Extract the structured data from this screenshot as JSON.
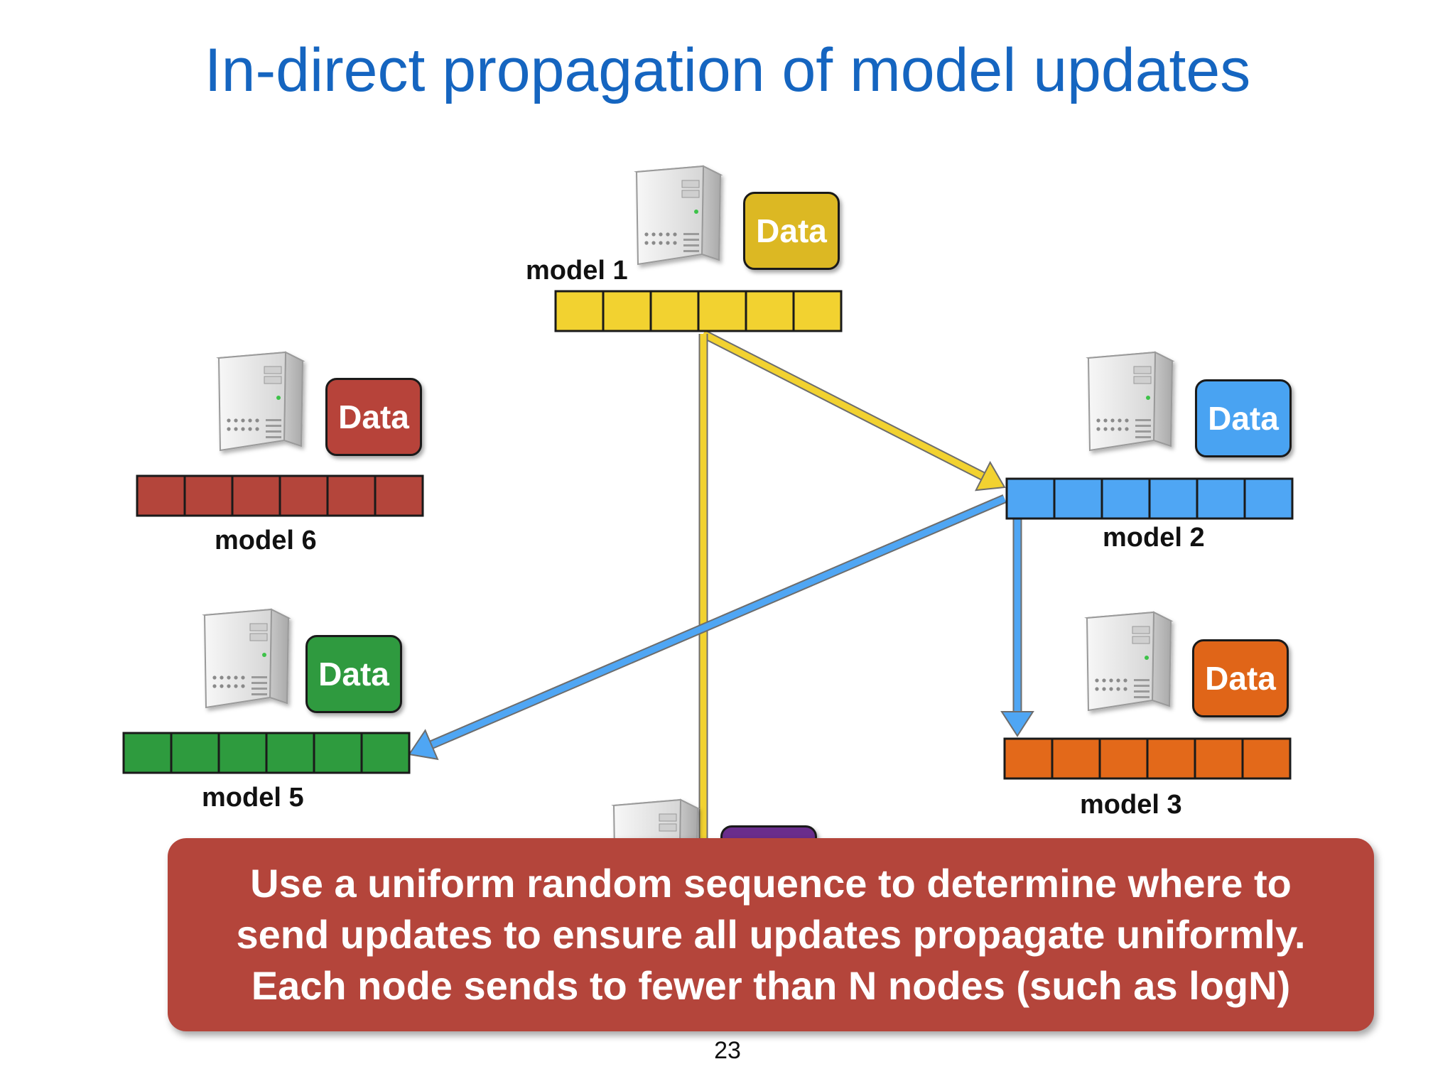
{
  "slide": {
    "title": "In-direct propagation of model updates",
    "page_number": "23"
  },
  "nodes": [
    {
      "id": "model-1",
      "label": "model 1",
      "data_label": "Data",
      "color": "#f2d230",
      "badge_color": "#dcb823"
    },
    {
      "id": "model-2",
      "label": "model 2",
      "data_label": "Data",
      "color": "#4fa6f4",
      "badge_color": "#49a3f2"
    },
    {
      "id": "model-3",
      "label": "model 3",
      "data_label": "Data",
      "color": "#e3691a",
      "badge_color": "#e06518"
    },
    {
      "id": "model-5",
      "label": "model 5",
      "data_label": "Data",
      "color": "#2e9b3e",
      "badge_color": "#2f9a3f"
    },
    {
      "id": "model-6",
      "label": "model 6",
      "data_label": "Data",
      "color": "#b4453b",
      "badge_color": "#b7433a"
    },
    {
      "id": "model-4",
      "label": "",
      "data_label": "",
      "color": "#f2d230",
      "badge_color": "#6a2d8c"
    }
  ],
  "edges": [
    {
      "from": "model 1",
      "to": "model 2",
      "color": "#f2d230"
    },
    {
      "from": "model 1",
      "to": "model 4",
      "color": "#f2d230"
    },
    {
      "from": "model 2",
      "to": "model 5",
      "color": "#4fa6f4"
    },
    {
      "from": "model 2",
      "to": "model 3",
      "color": "#4fa6f4"
    }
  ],
  "callout": {
    "lines": [
      "Use a uniform random sequence to determine where to",
      "send updates to ensure all updates propagate uniformly.",
      "Each node sends to fewer than N nodes (such as logN)"
    ],
    "color": "#b4453b"
  },
  "icons": {
    "server": "server-icon"
  }
}
